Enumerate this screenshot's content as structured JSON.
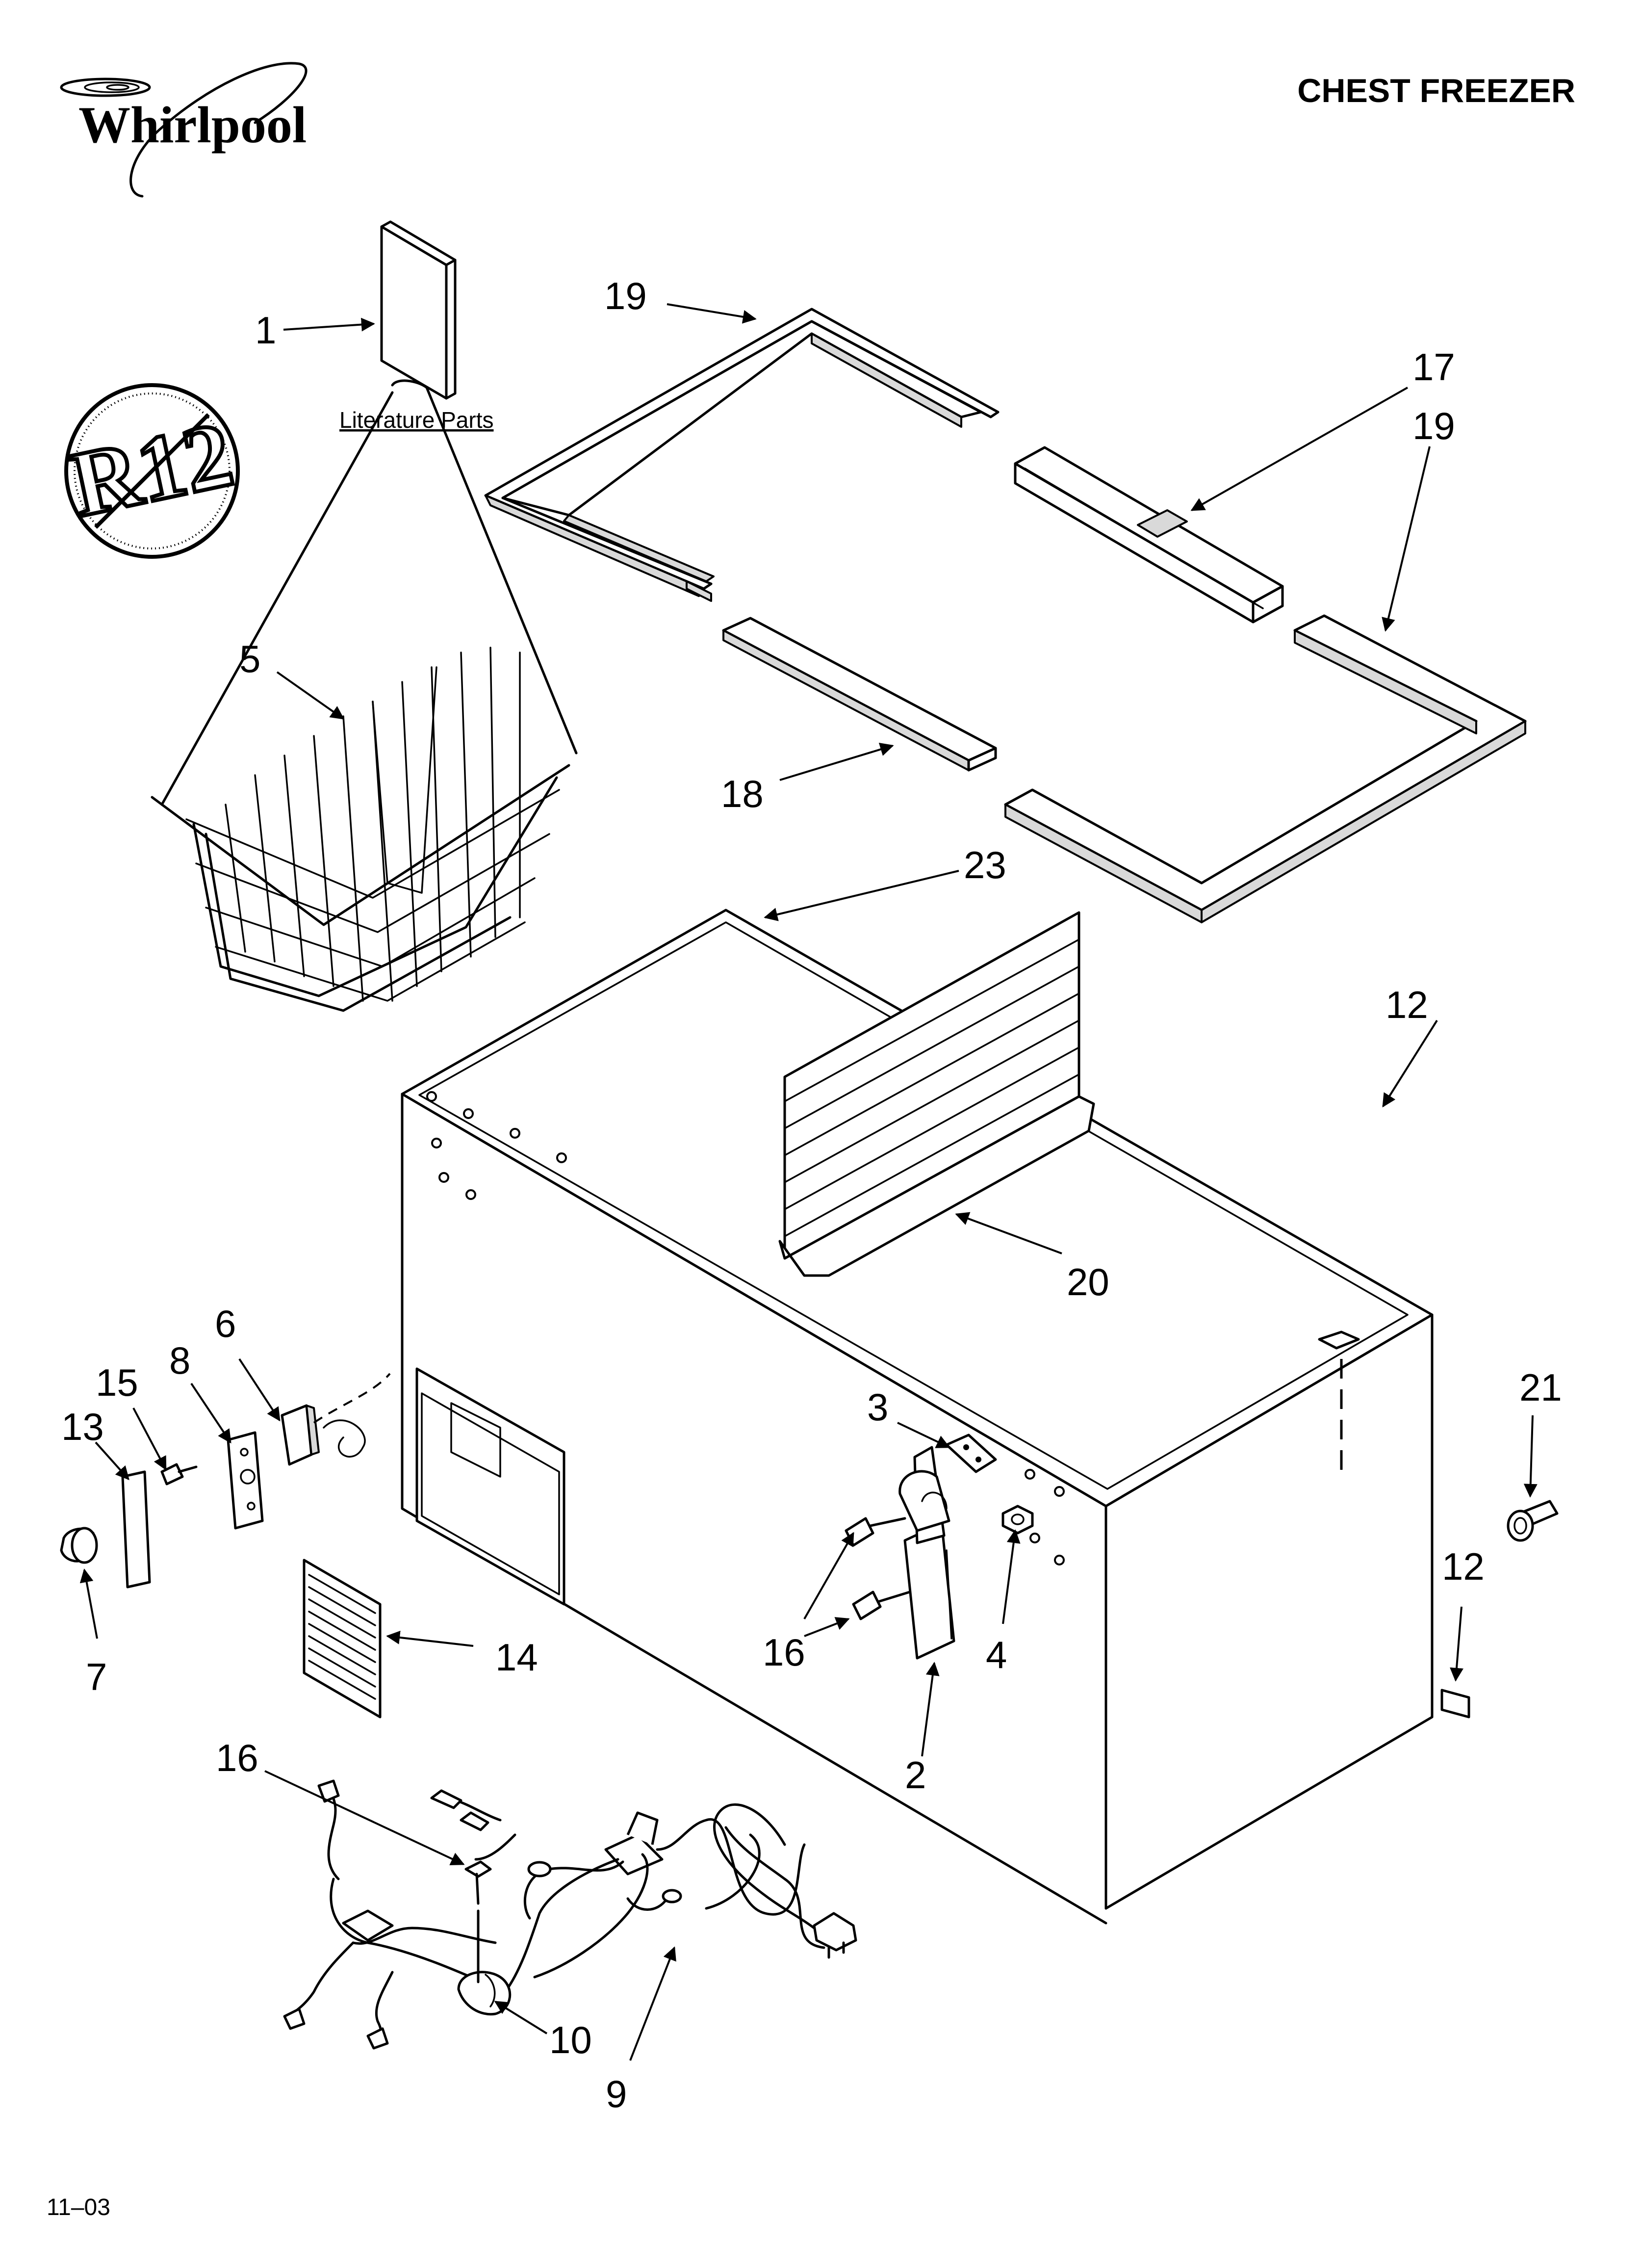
{
  "header": {
    "brand": "Whirlpool",
    "title": "CHEST FREEZER"
  },
  "badge": {
    "text": "R12",
    "icon": "no-r12-refrigerant-icon"
  },
  "literature": {
    "label": "Literature Parts"
  },
  "callouts": {
    "c1": "1",
    "c2": "2",
    "c3": "3",
    "c4": "4",
    "c5": "5",
    "c6": "6",
    "c7": "7",
    "c8": "8",
    "c9": "9",
    "c10": "10",
    "c12a": "12",
    "c12b": "12",
    "c13": "13",
    "c14": "14",
    "c15": "15",
    "c16a": "16",
    "c16b": "16",
    "c17": "17",
    "c18": "18",
    "c19a": "19",
    "c19b": "19",
    "c20": "20",
    "c21": "21",
    "c23": "23"
  },
  "footer": {
    "code": "11–03"
  },
  "colors": {
    "line": "#000000",
    "background": "#ffffff",
    "shade": "#d9d9d9"
  }
}
